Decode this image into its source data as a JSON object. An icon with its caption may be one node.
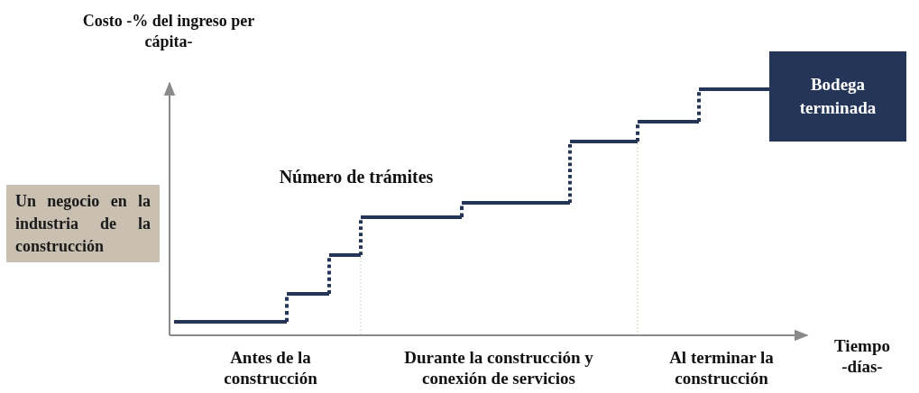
{
  "diagram": {
    "nodes": [
      {
        "text": [
          "Un negocio en la industria de la construcción"
        ]
      },
      {
        "text": [
          "Bodega terminada"
        ]
      }
    ],
    "edges": [
      {
        "from": 0,
        "to": 1,
        "arrow": "none"
      }
    ],
    "labels": [
      "Costo -% del ingreso per cápita-",
      "Número de trámites",
      "Tiempo -días-",
      "Antes de la construcción",
      "Durante la construcción y conexión de servicios",
      "Al terminar la construcción"
    ]
  }
}
